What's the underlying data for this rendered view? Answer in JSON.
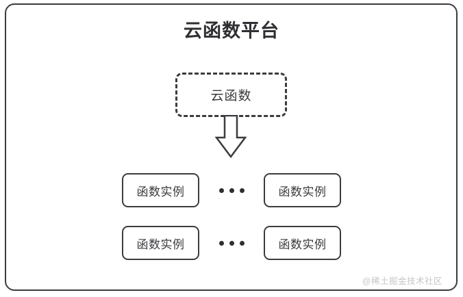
{
  "diagram": {
    "title": "云函数平台",
    "platform_frame_name": "cloud-function-platform-boundary",
    "cloud_function": {
      "label": "云函数"
    },
    "arrow": {
      "direction": "down",
      "icon": "down-block-arrow-icon"
    },
    "instance_rows": [
      {
        "left_instance": "函数实例",
        "ellipsis": "•••",
        "right_instance": "函数实例"
      },
      {
        "left_instance": "函数实例",
        "ellipsis": "•••",
        "right_instance": "函数实例"
      }
    ],
    "watermark": "@稀土掘金技术社区",
    "colors": {
      "background": "#ffffff",
      "stroke": "#3b3b40",
      "title_text": "#2f2f33",
      "body_text": "#3a3a3e",
      "watermark_text": "#c6c6c8"
    }
  }
}
